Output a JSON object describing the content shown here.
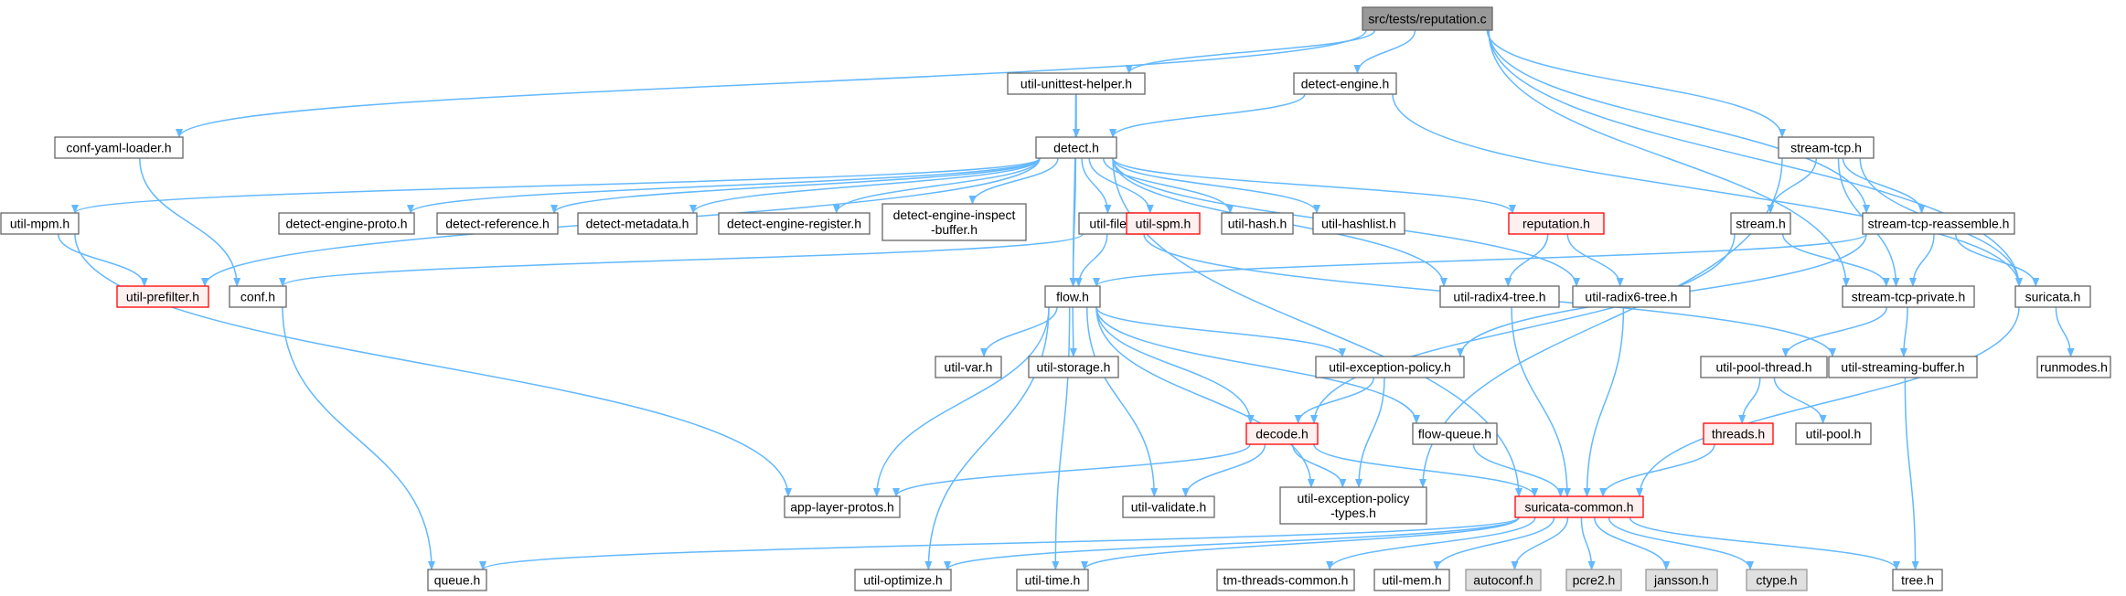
{
  "diagram": {
    "colors": {
      "edge": "#63b8ff",
      "node_border": "#666666",
      "node_fill": "#ffffff",
      "root_fill": "#999999",
      "root_border": "#666666",
      "incomplete_border": "#ff0000",
      "incomplete_fill": "#fff0f0",
      "system_fill": "#e0e0e0",
      "system_border": "#999999"
    },
    "nodes": [
      {
        "id": "root",
        "lines": [
          "src/tests/reputation.c"
        ],
        "style": "root"
      },
      {
        "id": "unittest",
        "lines": [
          "util-unittest-helper.h"
        ],
        "style": "normal"
      },
      {
        "id": "detect_engine",
        "lines": [
          "detect-engine.h"
        ],
        "style": "normal"
      },
      {
        "id": "conf_yaml",
        "lines": [
          "conf-yaml-loader.h"
        ],
        "style": "normal"
      },
      {
        "id": "detect_h",
        "lines": [
          "detect.h"
        ],
        "style": "normal"
      },
      {
        "id": "stream_tcp",
        "lines": [
          "stream-tcp.h"
        ],
        "style": "normal"
      },
      {
        "id": "util_mpm",
        "lines": [
          "util-mpm.h"
        ],
        "style": "normal"
      },
      {
        "id": "de_proto",
        "lines": [
          "detect-engine-proto.h"
        ],
        "style": "normal"
      },
      {
        "id": "de_ref",
        "lines": [
          "detect-reference.h"
        ],
        "style": "normal"
      },
      {
        "id": "de_meta",
        "lines": [
          "detect-metadata.h"
        ],
        "style": "normal"
      },
      {
        "id": "de_reg",
        "lines": [
          "detect-engine-register.h"
        ],
        "style": "normal"
      },
      {
        "id": "de_inspect",
        "lines": [
          "detect-engine-inspect",
          "-buffer.h"
        ],
        "style": "normal"
      },
      {
        "id": "util_file",
        "lines": [
          "util-file.h"
        ],
        "style": "normal"
      },
      {
        "id": "util_spm",
        "lines": [
          "util-spm.h"
        ],
        "style": "incomplete"
      },
      {
        "id": "util_hash",
        "lines": [
          "util-hash.h"
        ],
        "style": "normal"
      },
      {
        "id": "util_hashlist",
        "lines": [
          "util-hashlist.h"
        ],
        "style": "normal"
      },
      {
        "id": "reputation",
        "lines": [
          "reputation.h"
        ],
        "style": "incomplete"
      },
      {
        "id": "stream_h",
        "lines": [
          "stream.h"
        ],
        "style": "normal"
      },
      {
        "id": "st_reassemble",
        "lines": [
          "stream-tcp-reassemble.h"
        ],
        "style": "normal"
      },
      {
        "id": "util_prefilter",
        "lines": [
          "util-prefilter.h"
        ],
        "style": "incomplete"
      },
      {
        "id": "conf_h",
        "lines": [
          "conf.h"
        ],
        "style": "normal"
      },
      {
        "id": "flow_h",
        "lines": [
          "flow.h"
        ],
        "style": "normal"
      },
      {
        "id": "radix4",
        "lines": [
          "util-radix4-tree.h"
        ],
        "style": "normal"
      },
      {
        "id": "radix6",
        "lines": [
          "util-radix6-tree.h"
        ],
        "style": "normal"
      },
      {
        "id": "st_private",
        "lines": [
          "stream-tcp-private.h"
        ],
        "style": "normal"
      },
      {
        "id": "suricata_h",
        "lines": [
          "suricata.h"
        ],
        "style": "normal"
      },
      {
        "id": "util_var",
        "lines": [
          "util-var.h"
        ],
        "style": "normal"
      },
      {
        "id": "util_storage",
        "lines": [
          "util-storage.h"
        ],
        "style": "normal"
      },
      {
        "id": "exc_policy",
        "lines": [
          "util-exception-policy.h"
        ],
        "style": "normal"
      },
      {
        "id": "pool_thread",
        "lines": [
          "util-pool-thread.h"
        ],
        "style": "normal"
      },
      {
        "id": "streaming_buf",
        "lines": [
          "util-streaming-buffer.h"
        ],
        "style": "normal"
      },
      {
        "id": "runmodes",
        "lines": [
          "runmodes.h"
        ],
        "style": "normal"
      },
      {
        "id": "decode",
        "lines": [
          "decode.h"
        ],
        "style": "incomplete"
      },
      {
        "id": "flow_queue",
        "lines": [
          "flow-queue.h"
        ],
        "style": "normal"
      },
      {
        "id": "threads",
        "lines": [
          "threads.h"
        ],
        "style": "incomplete"
      },
      {
        "id": "util_pool",
        "lines": [
          "util-pool.h"
        ],
        "style": "normal"
      },
      {
        "id": "app_protos",
        "lines": [
          "app-layer-protos.h"
        ],
        "style": "normal"
      },
      {
        "id": "util_validate",
        "lines": [
          "util-validate.h"
        ],
        "style": "normal"
      },
      {
        "id": "exc_types",
        "lines": [
          "util-exception-policy",
          "-types.h"
        ],
        "style": "normal"
      },
      {
        "id": "suri_common",
        "lines": [
          "suricata-common.h"
        ],
        "style": "incomplete"
      },
      {
        "id": "queue_h",
        "lines": [
          "queue.h"
        ],
        "style": "normal"
      },
      {
        "id": "util_optimize",
        "lines": [
          "util-optimize.h"
        ],
        "style": "normal"
      },
      {
        "id": "util_time",
        "lines": [
          "util-time.h"
        ],
        "style": "normal"
      },
      {
        "id": "tm_threads",
        "lines": [
          "tm-threads-common.h"
        ],
        "style": "normal"
      },
      {
        "id": "util_mem",
        "lines": [
          "util-mem.h"
        ],
        "style": "normal"
      },
      {
        "id": "autoconf",
        "lines": [
          "autoconf.h"
        ],
        "style": "system"
      },
      {
        "id": "pcre2",
        "lines": [
          "pcre2.h"
        ],
        "style": "system"
      },
      {
        "id": "jansson",
        "lines": [
          "jansson.h"
        ],
        "style": "system"
      },
      {
        "id": "ctype",
        "lines": [
          "ctype.h"
        ],
        "style": "system"
      },
      {
        "id": "tree_h",
        "lines": [
          "tree.h"
        ],
        "style": "normal"
      }
    ],
    "edges": [
      [
        "root",
        "unittest"
      ],
      [
        "root",
        "detect_engine"
      ],
      [
        "root",
        "conf_yaml"
      ],
      [
        "root",
        "stream_tcp"
      ],
      [
        "root",
        "st_reassemble"
      ],
      [
        "root",
        "st_private"
      ],
      [
        "root",
        "suricata_h"
      ],
      [
        "unittest",
        "detect_h"
      ],
      [
        "unittest",
        "flow_h"
      ],
      [
        "detect_engine",
        "detect_h"
      ],
      [
        "detect_engine",
        "suricata_h"
      ],
      [
        "conf_yaml",
        "conf_h"
      ],
      [
        "detect_h",
        "util_mpm"
      ],
      [
        "detect_h",
        "de_proto"
      ],
      [
        "detect_h",
        "de_ref"
      ],
      [
        "detect_h",
        "de_meta"
      ],
      [
        "detect_h",
        "de_reg"
      ],
      [
        "detect_h",
        "de_inspect"
      ],
      [
        "detect_h",
        "util_file"
      ],
      [
        "detect_h",
        "util_spm"
      ],
      [
        "detect_h",
        "util_hash"
      ],
      [
        "detect_h",
        "util_hashlist"
      ],
      [
        "detect_h",
        "reputation"
      ],
      [
        "detect_h",
        "util_prefilter"
      ],
      [
        "detect_h",
        "flow_h"
      ],
      [
        "detect_h",
        "radix4"
      ],
      [
        "detect_h",
        "radix6"
      ],
      [
        "detect_h",
        "suri_common"
      ],
      [
        "util_mpm",
        "util_prefilter"
      ],
      [
        "util_mpm",
        "app_protos"
      ],
      [
        "util_file",
        "flow_h"
      ],
      [
        "util_file",
        "conf_h"
      ],
      [
        "util_file",
        "streaming_buf"
      ],
      [
        "reputation",
        "radix4"
      ],
      [
        "reputation",
        "radix6"
      ],
      [
        "stream_tcp",
        "stream_h"
      ],
      [
        "stream_tcp",
        "st_reassemble"
      ],
      [
        "stream_tcp",
        "st_private"
      ],
      [
        "stream_tcp",
        "suricata_h"
      ],
      [
        "stream_tcp",
        "exc_types"
      ],
      [
        "stream_h",
        "decode"
      ],
      [
        "stream_h",
        "st_private"
      ],
      [
        "st_reassemble",
        "flow_h"
      ],
      [
        "st_reassemble",
        "exc_policy"
      ],
      [
        "st_reassemble",
        "st_private"
      ],
      [
        "st_reassemble",
        "suricata_h"
      ],
      [
        "conf_h",
        "queue_h"
      ],
      [
        "flow_h",
        "util_var"
      ],
      [
        "flow_h",
        "util_storage"
      ],
      [
        "flow_h",
        "exc_policy"
      ],
      [
        "flow_h",
        "decode"
      ],
      [
        "flow_h",
        "flow_queue"
      ],
      [
        "flow_h",
        "app_protos"
      ],
      [
        "flow_h",
        "util_validate"
      ],
      [
        "flow_h",
        "exc_types"
      ],
      [
        "flow_h",
        "util_optimize"
      ],
      [
        "flow_h",
        "util_time"
      ],
      [
        "radix4",
        "suri_common"
      ],
      [
        "radix6",
        "suri_common"
      ],
      [
        "st_private",
        "pool_thread"
      ],
      [
        "st_private",
        "streaming_buf"
      ],
      [
        "suricata_h",
        "runmodes"
      ],
      [
        "suricata_h",
        "suri_common"
      ],
      [
        "exc_policy",
        "decode"
      ],
      [
        "exc_policy",
        "exc_types"
      ],
      [
        "pool_thread",
        "threads"
      ],
      [
        "pool_thread",
        "util_pool"
      ],
      [
        "streaming_buf",
        "tree_h"
      ],
      [
        "decode",
        "app_protos"
      ],
      [
        "decode",
        "util_validate"
      ],
      [
        "decode",
        "exc_types"
      ],
      [
        "decode",
        "suri_common"
      ],
      [
        "flow_queue",
        "suri_common"
      ],
      [
        "threads",
        "suri_common"
      ],
      [
        "suri_common",
        "queue_h"
      ],
      [
        "suri_common",
        "util_optimize"
      ],
      [
        "suri_common",
        "util_time"
      ],
      [
        "suri_common",
        "tm_threads"
      ],
      [
        "suri_common",
        "util_mem"
      ],
      [
        "suri_common",
        "autoconf"
      ],
      [
        "suri_common",
        "pcre2"
      ],
      [
        "suri_common",
        "jansson"
      ],
      [
        "suri_common",
        "ctype"
      ],
      [
        "suri_common",
        "tree_h"
      ]
    ]
  }
}
